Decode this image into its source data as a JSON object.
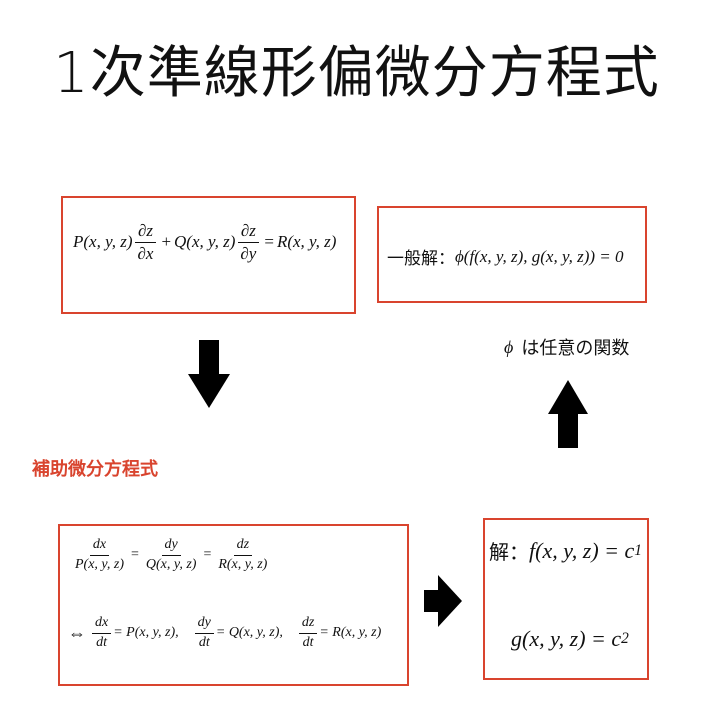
{
  "title": "1次準線形偏微分方程式",
  "equation": {
    "left_term1": "P(x, y, z)",
    "partial_z": "∂z",
    "partial_x": "∂x",
    "plus": "+",
    "left_term2": "Q(x, y, z)",
    "partial_y": "∂y",
    "equals": "=",
    "right_term": "R(x, y, z)"
  },
  "general_solution": {
    "label": "一般解：",
    "expression": "ϕ(f(x, y, z), g(x, y, z)) = 0"
  },
  "phi_note": {
    "symbol": "ϕ",
    "text": "は任意の関数"
  },
  "auxiliary_label": "補助微分方程式",
  "aux_equations": {
    "dx": "dx",
    "dy": "dy",
    "dz": "dz",
    "dt": "dt",
    "P": "P(x, y, z)",
    "Q": "Q(x, y, z)",
    "R": "R(x, y, z)",
    "eq": "=",
    "iff": "⇔",
    "P_eq": "= P(x, y, z),",
    "Q_eq": "= Q(x, y, z),",
    "R_eq": "= R(x, y, z)"
  },
  "solution": {
    "label": "解：",
    "f_expr": "f(x, y, z) = c",
    "f_sub": "1",
    "g_expr": "g(x, y, z) = c",
    "g_sub": "2"
  },
  "colors": {
    "box_border": "#d9442e",
    "aux_label": "#d9442e",
    "arrow": "#000000"
  }
}
